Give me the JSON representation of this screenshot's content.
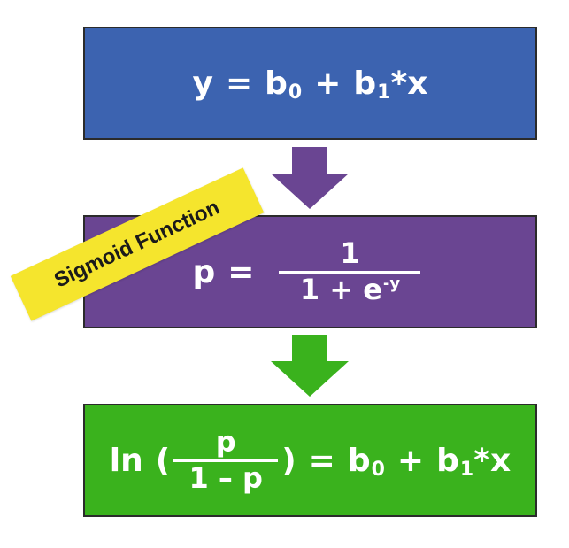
{
  "colors": {
    "box_linear": "#3c63b0",
    "box_sigmoid": "#6a4592",
    "box_logit": "#3ab21d",
    "arrow_1": "#6a4592",
    "arrow_2": "#3ab21d",
    "label_bg": "#f5e52d"
  },
  "label": {
    "text": "Sigmoid Function"
  },
  "linear": {
    "lhs": "y",
    "eq": "=",
    "b": "b",
    "sub0": "0",
    "plus": "+",
    "sub1": "1",
    "rest": "*x"
  },
  "sigmoid": {
    "lhs": "p",
    "eq": "=",
    "numerator": "1",
    "den_base": "1 + e",
    "den_exp": "-y"
  },
  "logit": {
    "ln": "ln",
    "open": "(",
    "numerator": "p",
    "denominator": "1 – p",
    "close": ")",
    "eq": "=",
    "b": "b",
    "sub0": "0",
    "plus": "+",
    "sub1": "1",
    "rest": "*x"
  }
}
